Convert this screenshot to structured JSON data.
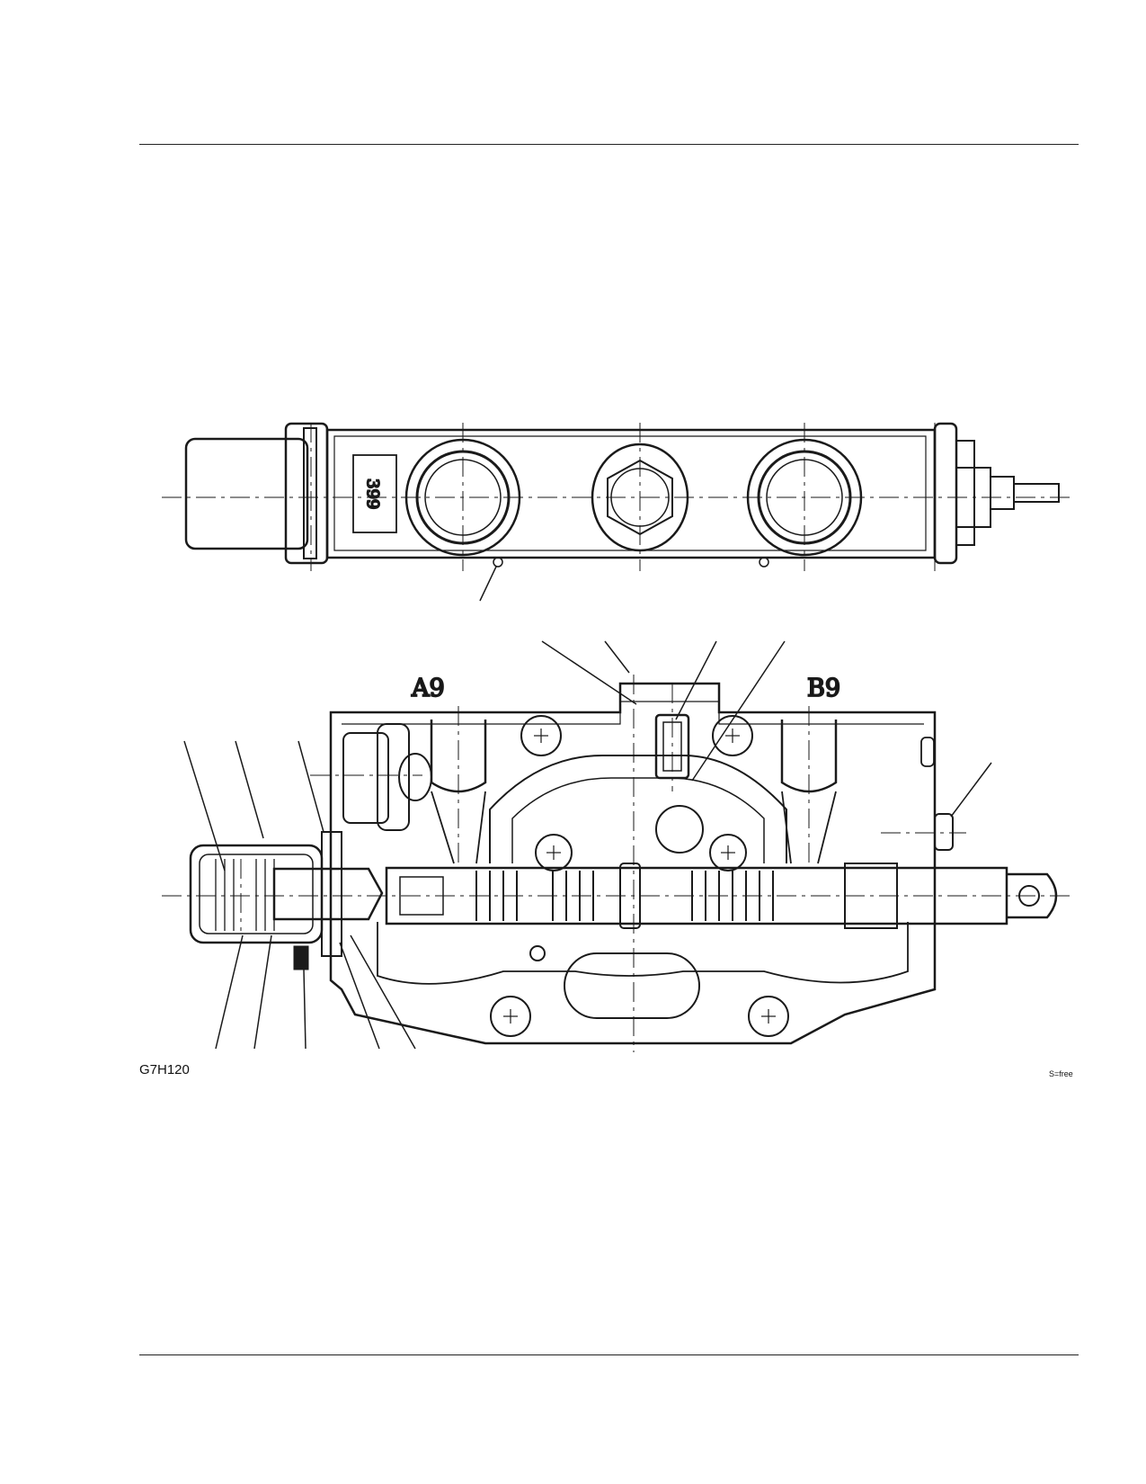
{
  "figure": {
    "code": "G7H120",
    "scale_note": "S=free",
    "port_a_label": "A9",
    "port_b_label": "B9",
    "body_stamp": "399"
  }
}
